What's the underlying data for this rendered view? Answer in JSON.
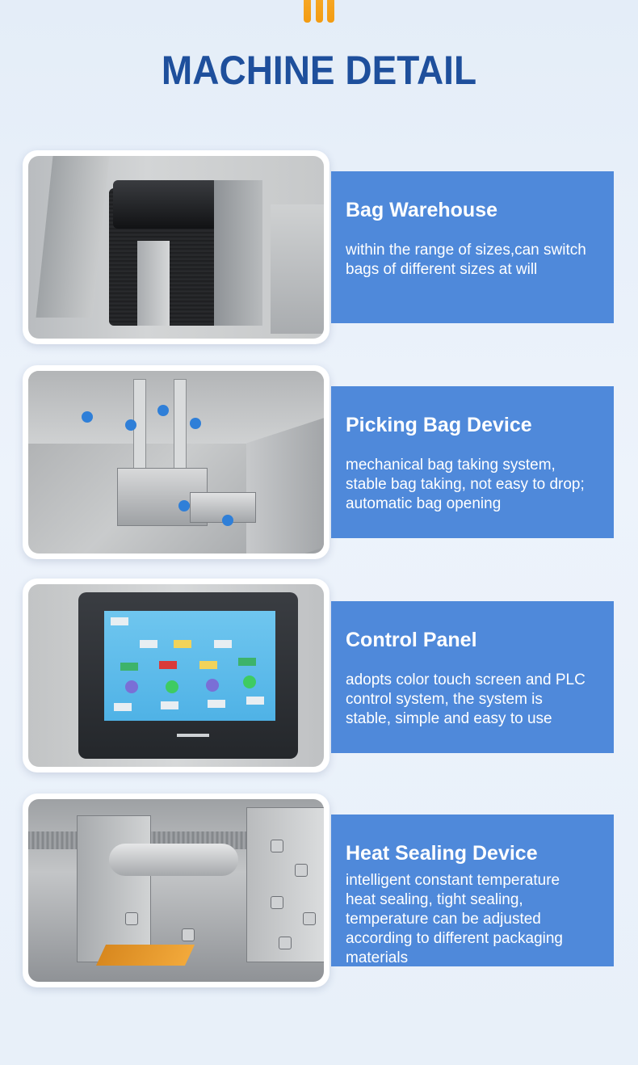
{
  "page": {
    "title": "MACHINE DETAIL"
  },
  "colors": {
    "title": "#1e4f9c",
    "card_background": "#4f89da",
    "accent_mark": "#f39c12",
    "page_background": "#e9f1fa"
  },
  "sections": [
    {
      "title": "Bag Warehouse",
      "description": "within the range of sizes,can switch bags of different sizes at will",
      "photo": "bag-warehouse-photo"
    },
    {
      "title": "Picking Bag Device",
      "description": "mechanical bag taking system, stable bag taking, not easy to drop; automatic bag opening",
      "photo": "picking-bag-device-photo"
    },
    {
      "title": "Control Panel",
      "description": "adopts color touch screen and PLC control system, the system is stable, simple and easy to use",
      "photo": "control-panel-photo"
    },
    {
      "title": "Heat Sealing Device",
      "description": "intelligent constant temperature heat sealing, tight sealing, temperature can be adjusted according to different packaging materials",
      "photo": "heat-sealing-device-photo"
    }
  ]
}
